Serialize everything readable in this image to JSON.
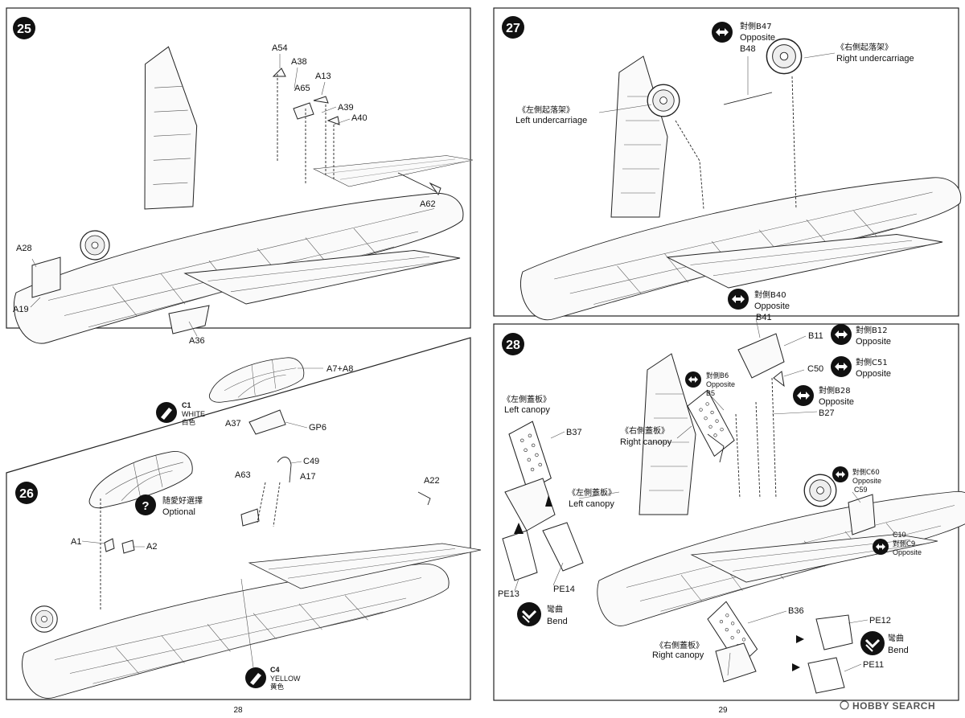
{
  "page_numbers": {
    "left": "28",
    "right": "29"
  },
  "watermark": "HOBBY SEARCH",
  "steps": {
    "s25": {
      "number": "25",
      "parts": [
        "A54",
        "A38",
        "A65",
        "A13",
        "A39",
        "A40",
        "A62",
        "A28",
        "A19",
        "A36"
      ]
    },
    "s26": {
      "number": "26",
      "parts": [
        "A7+A8",
        "GP6",
        "A37",
        "A63",
        "C49",
        "A17",
        "A22",
        "A1",
        "A2"
      ],
      "optional_cn": "随愛好選擇",
      "optional_en": "Optional",
      "paint_white": {
        "code": "C1",
        "en": "WHITE",
        "cn": "白色"
      },
      "paint_yellow": {
        "code": "C4",
        "en": "YELLOW",
        "cn": "黄色"
      }
    },
    "s27": {
      "number": "27",
      "opp_cn": "對側B47",
      "opp_en": "Opposite",
      "part_b48": "B48",
      "right_uc_cn": "《右側起落架》",
      "right_uc_en": "Right undercarriage",
      "left_uc_cn": "《左側起落架》",
      "left_uc_en": "Left undercarriage"
    },
    "s28": {
      "number": "28",
      "b40_cn": "對側B40",
      "b40_en": "Opposite",
      "b41": "B41",
      "b11": "B11",
      "b12_cn": "對側B12",
      "b12_en": "Opposite",
      "c50": "C50",
      "c51_cn": "對側C51",
      "c51_en": "Opposite",
      "b6_cn": "對側B6",
      "b6_en": "Opposite",
      "b5": "B5",
      "b28_cn": "對側B28",
      "b28_en": "Opposite",
      "b27": "B27",
      "lc1_cn": "《左側蓋板》",
      "lc1_en": "Left canopy",
      "b37": "B37",
      "rc1_cn": "《右側蓋板》",
      "rc1_en": "Right canopy",
      "lc2_cn": "《左側蓋板》",
      "lc2_en": "Left canopy",
      "c60_cn": "對側C60",
      "c60_en": "Opposite",
      "c59": "C59",
      "c10": "C10",
      "c9_cn": "對側C9",
      "c9_en": "Opposite",
      "pe13": "PE13",
      "pe14": "PE14",
      "bend1_cn": "彎曲",
      "bend1_en": "Bend",
      "b36": "B36",
      "pe12": "PE12",
      "bend2_cn": "彎曲",
      "bend2_en": "Bend",
      "rc2_cn": "《右側蓋板》",
      "rc2_en": "Right canopy",
      "pe11": "PE11"
    }
  }
}
